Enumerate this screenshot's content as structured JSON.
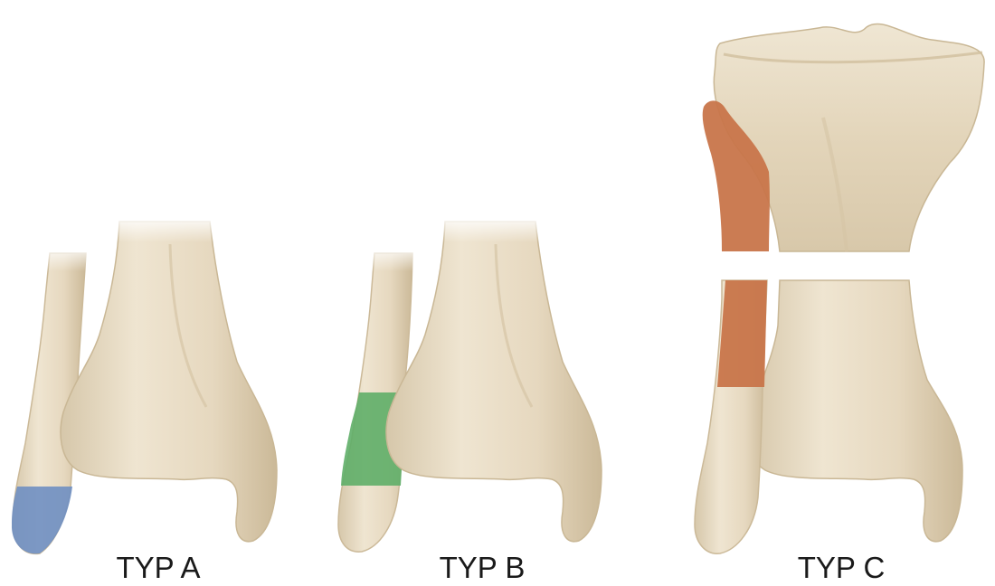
{
  "panels": [
    {
      "id": "a",
      "label": "TYP A",
      "highlight_color": "#6f8fc2",
      "highlight_region": "fibula-tip-below-syndesmosis"
    },
    {
      "id": "b",
      "label": "TYP B",
      "highlight_color": "#5fae68",
      "highlight_region": "fibula-at-syndesmosis"
    },
    {
      "id": "c",
      "label": "TYP C",
      "highlight_color": "#c8754a",
      "highlight_region": "fibula-shaft-above-syndesmosis-to-proximal"
    }
  ],
  "colors": {
    "bone": "#e8dcc6",
    "bone_shadow": "#cdbd9f",
    "bone_highlight": "#f4ecdc",
    "background": "#ffffff",
    "text": "#1a1a1a"
  }
}
